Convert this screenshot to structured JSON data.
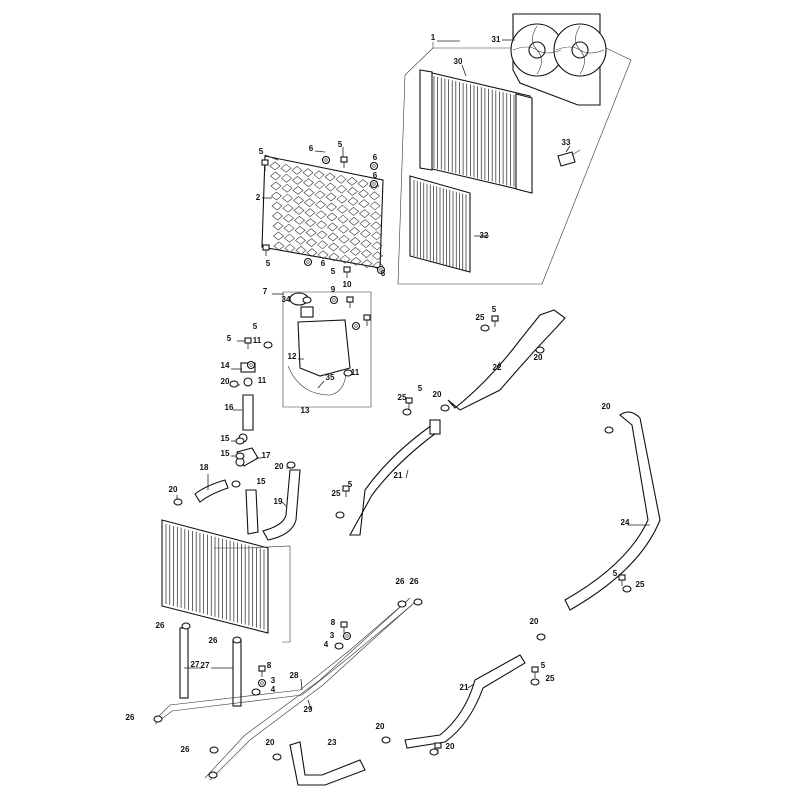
{
  "labels": {
    "l1": "1",
    "l2": "2",
    "l3a": "3",
    "l3b": "3",
    "l4a": "4",
    "l4b": "4",
    "l5a": "5",
    "l5b": "5",
    "l5c": "5",
    "l5d": "5",
    "l5e": "5",
    "l5f": "5",
    "l5g": "5",
    "l5h": "5",
    "l5i": "5",
    "l5j": "5",
    "l5k": "5",
    "l6a": "6",
    "l6b": "6",
    "l6c": "6",
    "l6d": "6",
    "l6e": "6",
    "l7": "7",
    "l8a": "8",
    "l8b": "8",
    "l9": "9",
    "l10": "10",
    "l11a": "11",
    "l11b": "11",
    "l11c": "11",
    "l12": "12",
    "l13": "13",
    "l14": "14",
    "l15a": "15",
    "l15b": "15",
    "l15c": "15",
    "l16": "16",
    "l17": "17",
    "l18": "18",
    "l19": "19",
    "l20a": "20",
    "l20b": "20",
    "l20c": "20",
    "l20d": "20",
    "l20e": "20",
    "l20f": "20",
    "l20g": "20",
    "l20h": "20",
    "l20i": "20",
    "l20j": "20",
    "l21a": "21",
    "l21b": "21",
    "l22": "22",
    "l23": "23",
    "l24": "24",
    "l25a": "25",
    "l25b": "25",
    "l25c": "25",
    "l25d": "25",
    "l25e": "25",
    "l26a": "26",
    "l26b": "26",
    "l26c": "26",
    "l26d": "26",
    "l26e": "26",
    "l26f": "26",
    "l27a": "27",
    "l27b": "27",
    "l28": "28",
    "l29": "29",
    "l30": "30",
    "l31": "31",
    "l32": "32",
    "l33": "33",
    "l34": "34",
    "l35": "35"
  }
}
